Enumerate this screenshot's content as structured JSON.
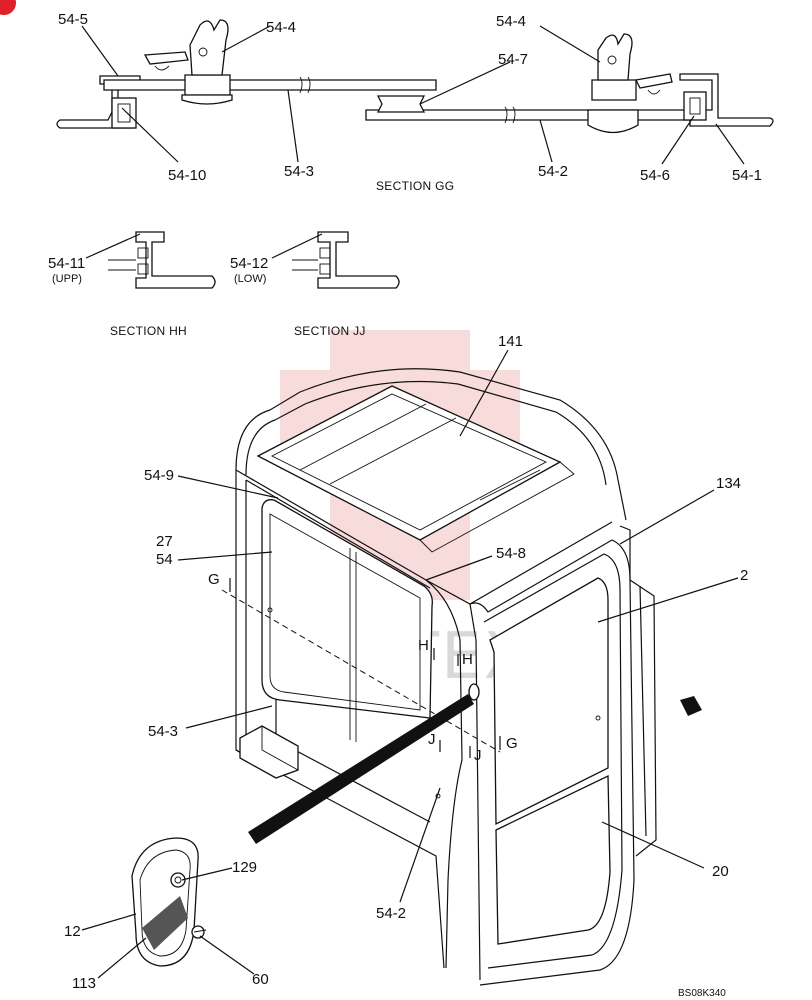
{
  "sections": {
    "gg": "SECTION GG",
    "hh": "SECTION HH",
    "jj": "SECTION JJ"
  },
  "section_gg_labels": {
    "l_54_5": "54-5",
    "l_54_4_left": "54-4",
    "l_54_4_right": "54-4",
    "l_54_7": "54-7",
    "l_54_10": "54-10",
    "l_54_3": "54-3",
    "l_54_2": "54-2",
    "l_54_6": "54-6",
    "l_54_1": "54-1"
  },
  "section_hh_labels": {
    "part": "54-11",
    "note": "(UPP)"
  },
  "section_jj_labels": {
    "part": "54-12",
    "note": "(LOW)"
  },
  "cab_labels": {
    "l_141": "141",
    "l_134": "134",
    "l_54_9": "54-9",
    "l_27": "27",
    "l_54": "54",
    "l_54_8": "54-8",
    "l_2": "2",
    "l_54_3": "54-3",
    "l_20": "20",
    "l_54_2": "54-2",
    "l_129": "129",
    "l_12": "12",
    "l_113": "113",
    "l_60": "60"
  },
  "cut_marks": {
    "g_left": "G",
    "g_right": "G",
    "h_left": "H",
    "h_right": "H",
    "j_left": "J",
    "j_right": "J"
  },
  "watermark": "ИНТЕХ",
  "drawing_code": "BS08K340",
  "colors": {
    "line": "#111111",
    "watermark_logo": "#f2b8b8",
    "watermark_text": "#d9d9d9",
    "corner_badge": "#e0202a"
  }
}
